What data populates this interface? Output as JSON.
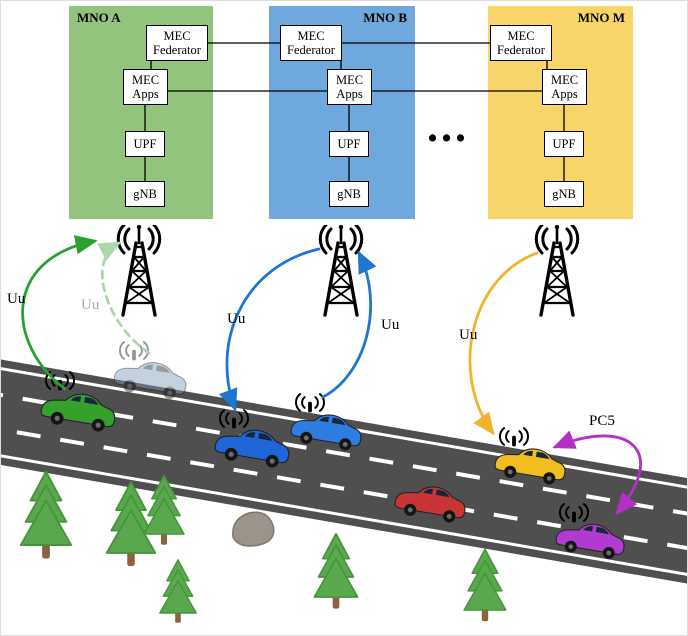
{
  "palette": {
    "panel_a": "#93c47d",
    "panel_b": "#6fa8dc",
    "panel_m": "#f8d568",
    "road": "#4f4f4f",
    "arrow_green": "#27a22e",
    "arrow_green_faded": "#abd8ab",
    "arrow_blue": "#1d76cf",
    "arrow_yellow": "#f2b32a",
    "arrow_magenta": "#b42fc6"
  },
  "operators": [
    {
      "title": "MNO A"
    },
    {
      "title": "MNO B"
    },
    {
      "title": "MNO M"
    }
  ],
  "node_labels": {
    "federator_line1": "MEC",
    "federator_line2": "Federator",
    "apps_line1": "MEC",
    "apps_line2": "Apps",
    "upf": "UPF",
    "gnb": "gNB"
  },
  "ellipsis": "...",
  "link_labels": {
    "uu_green": "Uu",
    "uu_green_faded": "Uu",
    "uu_blue_down": "Uu",
    "uu_blue_up": "Uu",
    "uu_yellow": "Uu",
    "pc5": "PC5"
  },
  "vehicles": [
    {
      "name": "green-car",
      "color": "#35a12c"
    },
    {
      "name": "ghost-blue-car",
      "color": "#7d9bb8"
    },
    {
      "name": "blue-car-left",
      "color": "#1f66d6"
    },
    {
      "name": "blue-car-right",
      "color": "#2f7de0"
    },
    {
      "name": "red-car",
      "color": "#c93434"
    },
    {
      "name": "yellow-car",
      "color": "#f0be1f"
    },
    {
      "name": "purple-car",
      "color": "#b13ad0"
    }
  ]
}
